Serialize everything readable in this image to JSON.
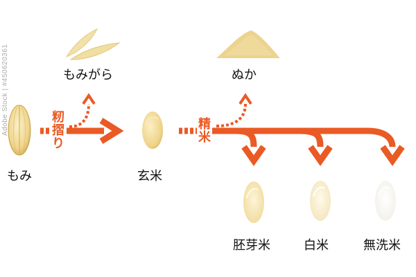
{
  "labels": {
    "momigara": "もみがら",
    "momi": "もみ",
    "momisuri": [
      "籾",
      "摺",
      "り"
    ],
    "genmai": "玄米",
    "nuka": "ぬか",
    "seimai": [
      "精",
      "米"
    ],
    "haigamai": "胚芽米",
    "hakumai": "白米",
    "musenmai": "無洗米"
  },
  "watermark": "Adobe Stock | #450620361",
  "colors": {
    "arrow": "#ea5a24",
    "grain_light": "#f3dea0",
    "grain_dark": "#d7b35c",
    "bran": "#ecd48e",
    "husk": "#f1e0a8",
    "white_rice": "#f7f2e4"
  }
}
